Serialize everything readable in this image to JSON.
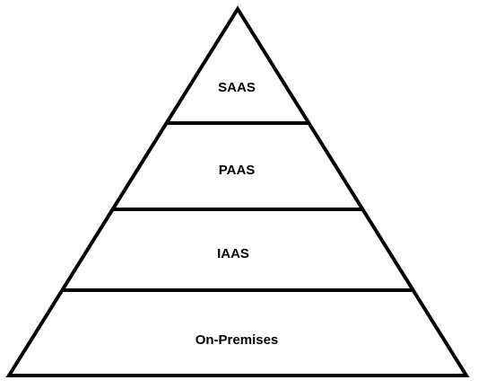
{
  "pyramid": {
    "tiers": [
      {
        "label": "SAAS"
      },
      {
        "label": "PAAS"
      },
      {
        "label": "IAAS"
      },
      {
        "label": "On-Premises"
      }
    ],
    "colors": {
      "stroke": "#000000",
      "fill": "#ffffff",
      "text": "#000000"
    }
  }
}
